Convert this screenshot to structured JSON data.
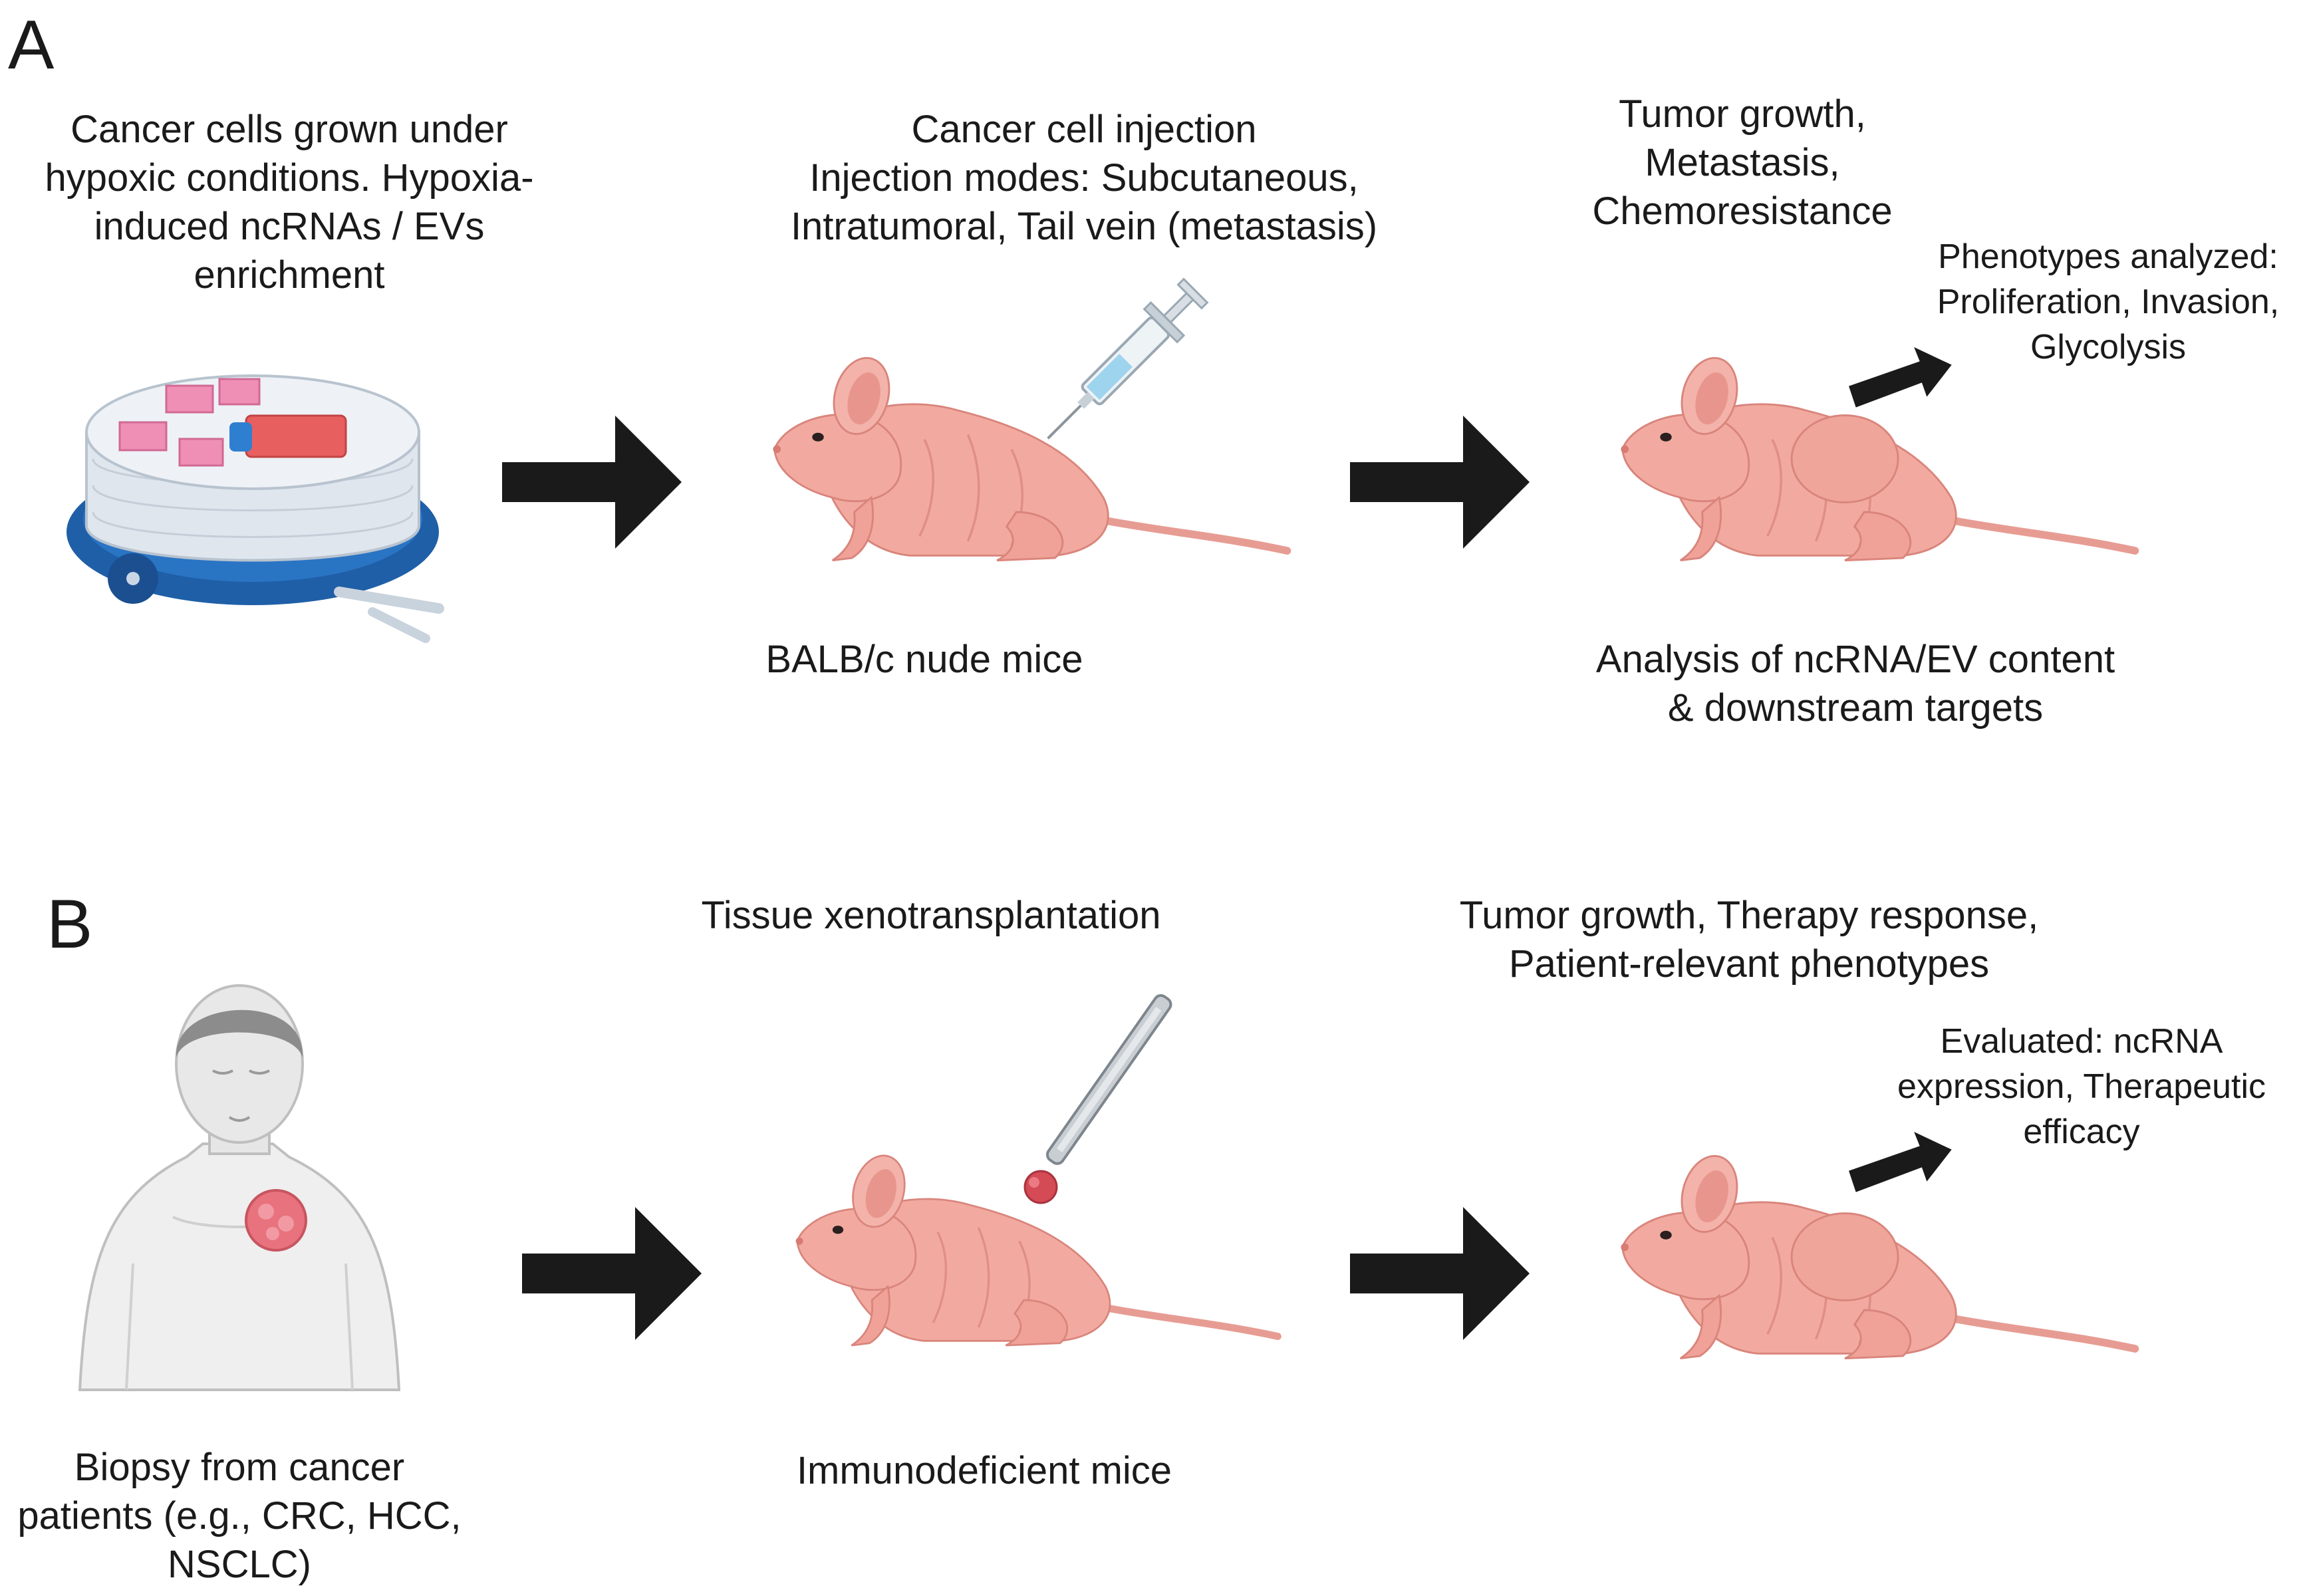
{
  "panels": [
    {
      "label": "A",
      "steps": [
        {
          "text": "Cancer cells grown under\nhypoxic conditions. Hypoxia-\ninduced ncRNAs / EVs\nenrichment"
        },
        {
          "text": "Cancer cell injection\nInjection modes: Subcutaneous,\nIntratumoral, Tail vein (metastasis)",
          "caption": "BALB/c nude mice"
        },
        {
          "text": "Tumor growth,\nMetastasis,\nChemoresistance",
          "side_note": "Phenotypes analyzed:\nProliferation, Invasion,\nGlycolysis",
          "caption": "Analysis of ncRNA/EV content\n& downstream targets"
        }
      ]
    },
    {
      "label": "B",
      "steps": [
        {
          "caption": "Biopsy from cancer\npatients (e.g., CRC, HCC,\nNSCLC)"
        },
        {
          "text": "Tissue xenotransplantation",
          "caption": "Immunodeficient mice"
        },
        {
          "text": "Tumor growth, Therapy response,\nPatient-relevant phenotypes",
          "side_note": "Evaluated: ncRNA\nexpression, Therapeutic\nefficacy"
        }
      ]
    }
  ],
  "icons": {
    "chamber": "hypoxia-chamber-icon",
    "mouse": "nude-mouse-icon",
    "syringe": "syringe-icon",
    "tweezers": "tweezers-icon",
    "human": "patient-icon",
    "arrow": "flow-arrow-icon"
  },
  "colors": {
    "mouse_body": "#f2aaa0",
    "mouse_shade": "#e08f86",
    "chamber_ring": "#1f5fa8",
    "tumor": "#e0525a",
    "arrow": "#1a1a1a"
  }
}
